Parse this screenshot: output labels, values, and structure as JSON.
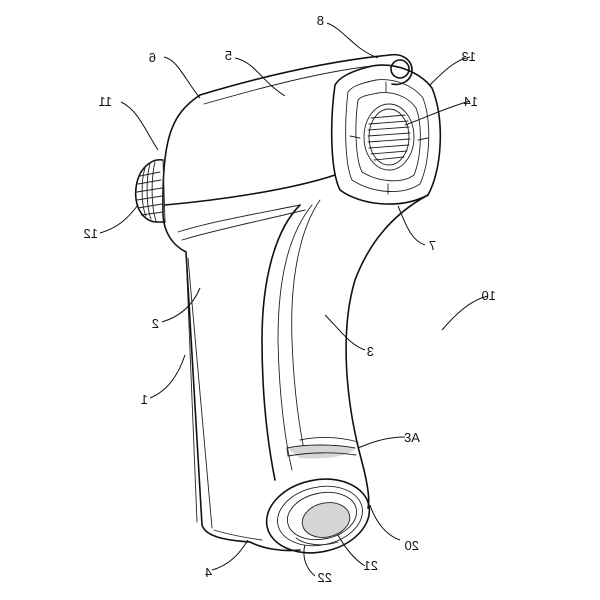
{
  "figure": {
    "labels": {
      "l1": "1",
      "l2": "2",
      "l3": "3",
      "l3a": "3A",
      "l4": "4",
      "l5": "5",
      "l6": "6",
      "l7": "7",
      "l8": "8",
      "l10": "10",
      "l11": "11",
      "l12": "12",
      "l13": "13",
      "l14": "14",
      "l20": "20",
      "l21": "21",
      "l22": "22"
    }
  }
}
